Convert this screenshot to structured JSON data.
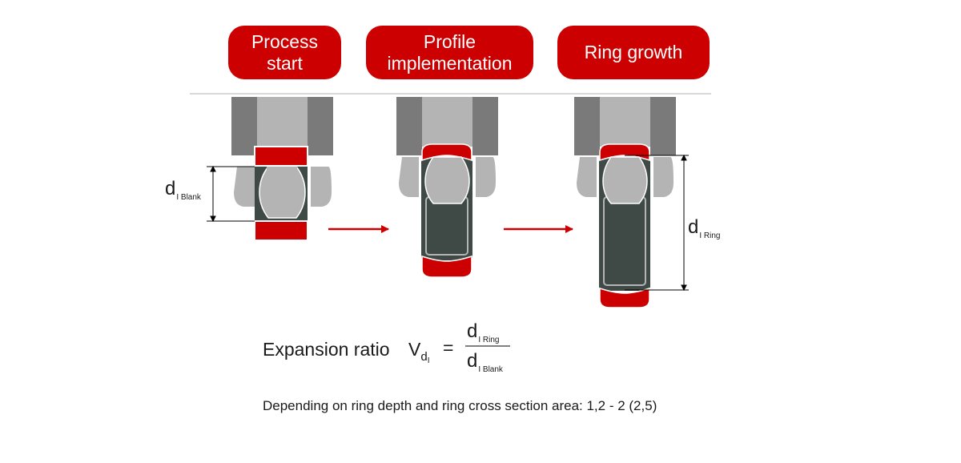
{
  "steps": [
    {
      "line1": "Process",
      "line2": "start"
    },
    {
      "line1": "Profile",
      "line2": "implementation"
    },
    {
      "line1": "Ring growth",
      "line2": ""
    }
  ],
  "dims": {
    "blank_main": "d",
    "blank_sub": "I Blank",
    "ring_main": "d",
    "ring_sub": "I Ring"
  },
  "formula": {
    "label": "Expansion ratio",
    "symbol": "V",
    "symbol_sub": "d",
    "symbol_subsub": "I",
    "equals": "=",
    "num_main": "d",
    "num_sub": "I Ring",
    "den_main": "d",
    "den_sub": "I Blank"
  },
  "note": "Depending on ring depth and ring cross section area: 1,2 - 2 (2,5)",
  "colors": {
    "accent": "#cc0000",
    "tool_dark": "#7a7a7a",
    "tool_light": "#b4b4b4",
    "ring_core": "#3f4a47"
  }
}
